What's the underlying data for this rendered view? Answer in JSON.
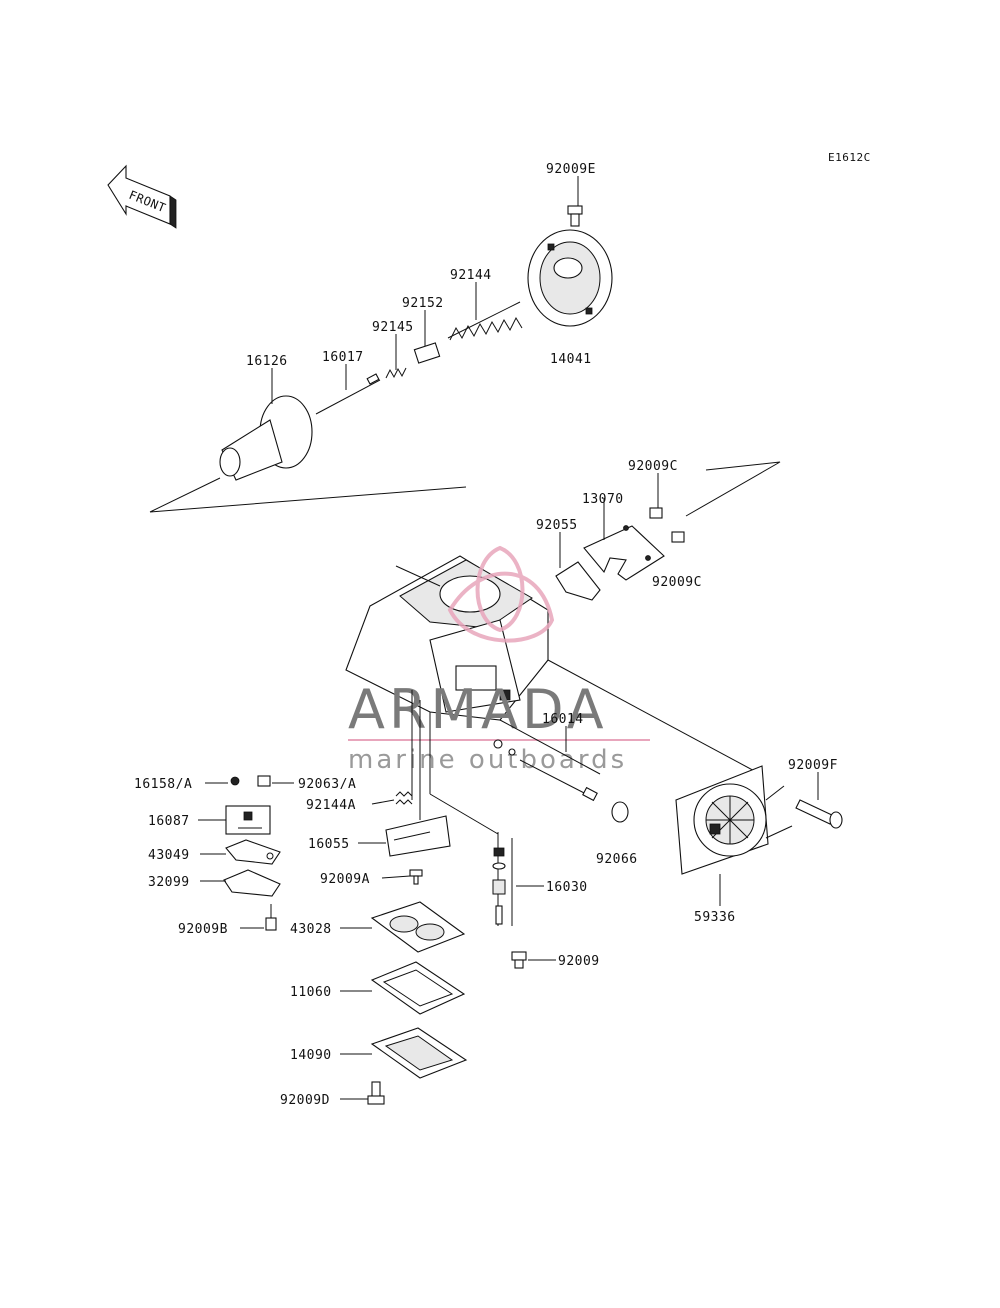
{
  "figure_code": "E1612C",
  "front_label": "FRONT",
  "watermark": {
    "title": "ARMADA",
    "subtitle": "marine outboards",
    "logo_color": "#e8a6bc",
    "text_color": "#7a7a7a"
  },
  "parts": {
    "p_92009E": "92009E",
    "p_92144": "92144",
    "p_92152": "92152",
    "p_92145": "92145",
    "p_16126": "16126",
    "p_16017": "16017",
    "p_14041": "14041",
    "p_92009C_a": "92009C",
    "p_13070": "13070",
    "p_92055": "92055",
    "p_92009C_b": "92009C",
    "p_16014": "16014",
    "p_92009F": "92009F",
    "p_16158A": "16158/A",
    "p_92063A": "92063/A",
    "p_92144A": "92144A",
    "p_16087": "16087",
    "p_16055": "16055",
    "p_92066": "92066",
    "p_43049": "43049",
    "p_92009A": "92009A",
    "p_16030": "16030",
    "p_32099": "32099",
    "p_59336": "59336",
    "p_92009B": "92009B",
    "p_43028": "43028",
    "p_92009": "92009",
    "p_11060": "11060",
    "p_14090": "14090",
    "p_92009D": "92009D"
  }
}
